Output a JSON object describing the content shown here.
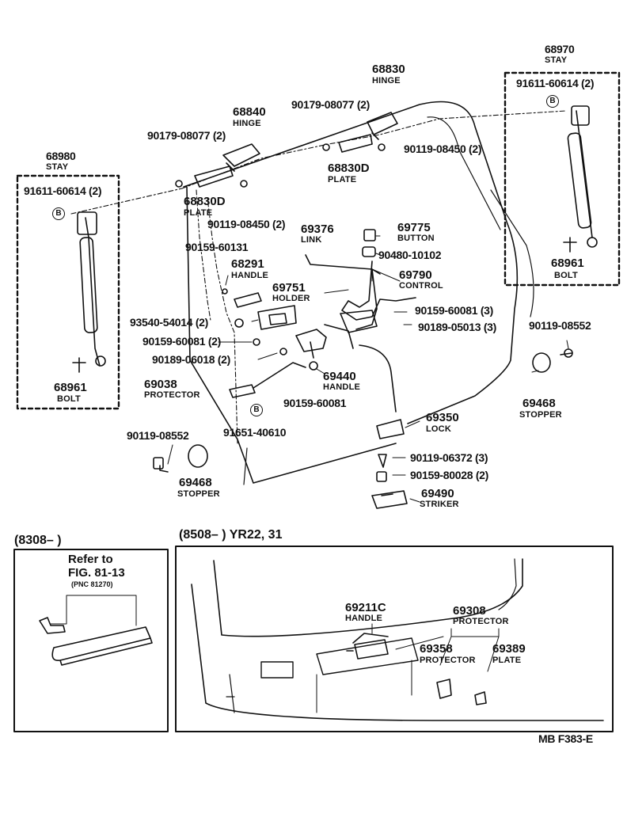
{
  "callouts": {
    "p68970": {
      "num": "68970",
      "name": "STAY"
    },
    "p91611_r": {
      "num": "91611-60614 (2)"
    },
    "p68830": {
      "num": "68830",
      "name": "HINGE"
    },
    "p90179_r": {
      "num": "90179-08077 (2)"
    },
    "p68840": {
      "num": "68840",
      "name": "HINGE"
    },
    "p90179_l": {
      "num": "90179-08077 (2)"
    },
    "p90119_08450_r": {
      "num": "90119-08450 (2)"
    },
    "p68830d_r": {
      "num": "68830D",
      "name": "PLATE"
    },
    "p68980": {
      "num": "68980",
      "name": "STAY"
    },
    "p91611_l": {
      "num": "91611-60614 (2)"
    },
    "p68830d_l": {
      "num": "68830D",
      "name": "PLATE"
    },
    "p90119_08450_l": {
      "num": "90119-08450 (2)"
    },
    "p69376": {
      "num": "69376",
      "name": "LINK"
    },
    "p69775": {
      "num": "69775",
      "name": "BUTTON"
    },
    "p90480": {
      "num": "90480-10102"
    },
    "p90159_60131": {
      "num": "90159-60131"
    },
    "p68291": {
      "num": "68291",
      "name": "HANDLE"
    },
    "p69790": {
      "num": "69790",
      "name": "CONTROL"
    },
    "p69751": {
      "num": "69751",
      "name": "HOLDER"
    },
    "p68961_r": {
      "num": "68961",
      "name": "BOLT"
    },
    "p90159_60081_3": {
      "num": "90159-60081 (3)"
    },
    "p93540": {
      "num": "93540-54014 (2)"
    },
    "p90189_05013": {
      "num": "90189-05013 (3)"
    },
    "p90119_08552_r": {
      "num": "90119-08552"
    },
    "p90159_60081_2": {
      "num": "90159-60081 (2)"
    },
    "p90189_06018": {
      "num": "90189-06018 (2)"
    },
    "p68961_l": {
      "num": "68961",
      "name": "BOLT"
    },
    "p69038": {
      "num": "69038",
      "name": "PROTECTOR"
    },
    "p69440": {
      "num": "69440",
      "name": "HANDLE"
    },
    "p69468_r": {
      "num": "69468",
      "name": "STOPPER"
    },
    "p90159_60081": {
      "num": "90159-60081"
    },
    "p69350": {
      "num": "69350",
      "name": "LOCK"
    },
    "p90119_08552_l": {
      "num": "90119-08552"
    },
    "p91651": {
      "num": "91651-40610"
    },
    "p90119_06372": {
      "num": "90119-06372 (3)"
    },
    "p90159_80028": {
      "num": "90159-80028 (2)"
    },
    "p69468_l": {
      "num": "69468",
      "name": "STOPPER"
    },
    "p69490": {
      "num": "69490",
      "name": "STRIKER"
    },
    "p69211c": {
      "num": "69211C",
      "name": "HANDLE"
    },
    "p69308": {
      "num": "69308",
      "name": "PROTECTOR"
    },
    "p69358": {
      "num": "69358",
      "name": "PROTECTOR"
    },
    "p69389": {
      "num": "69389",
      "name": "PLATE"
    }
  },
  "marker_letter": "B",
  "inset_left": {
    "header": "(8308–        )",
    "refer_line1": "Refer to",
    "refer_line2": "FIG. 81-13",
    "refer_line3": "(PNC 81270)"
  },
  "inset_right": {
    "header": "(8508–          ) YR22, 31"
  },
  "footer": "MB  F383-E"
}
